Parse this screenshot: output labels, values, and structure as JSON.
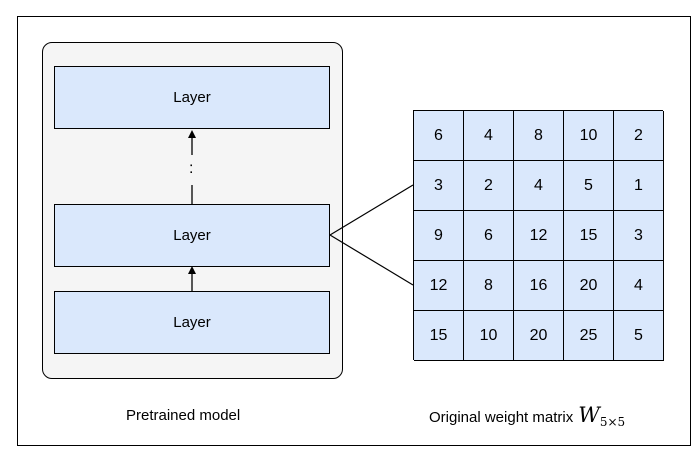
{
  "model": {
    "layers": [
      {
        "label": "Layer"
      },
      {
        "label": "Layer"
      },
      {
        "label": "Layer"
      }
    ],
    "ellipsis": ":",
    "caption": "Pretrained model"
  },
  "matrix": {
    "values": [
      [
        6,
        4,
        8,
        10,
        2
      ],
      [
        3,
        2,
        4,
        5,
        1
      ],
      [
        9,
        6,
        12,
        15,
        3
      ],
      [
        12,
        8,
        16,
        20,
        4
      ],
      [
        15,
        10,
        20,
        25,
        5
      ]
    ],
    "caption_text": "Original weight matrix",
    "caption_symbol": "W",
    "caption_subscript": "5×5"
  },
  "colors": {
    "layer_fill": "#dae8fc",
    "model_fill": "#f5f5f5",
    "stroke": "#000000"
  }
}
